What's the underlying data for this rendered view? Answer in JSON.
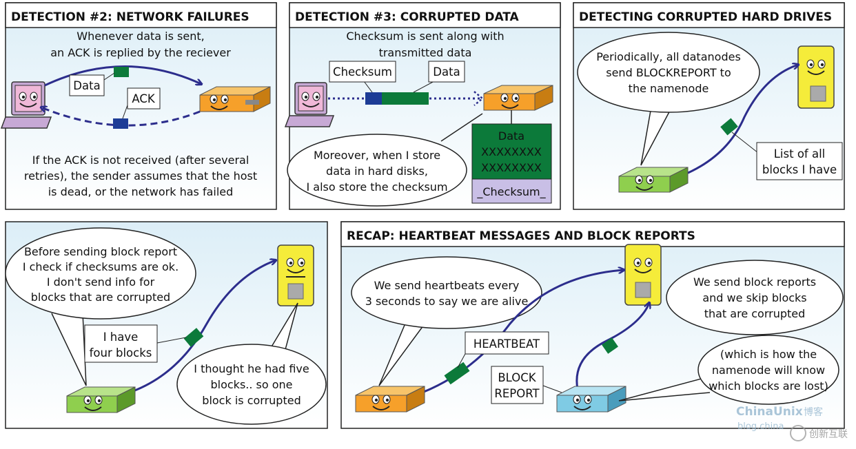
{
  "panels": {
    "p1": {
      "title": "DETECTION #2: NETWORK FAILURES",
      "intro": [
        "Whenever data is sent,",
        "an ACK is replied by the reciever"
      ],
      "label_data": "Data",
      "label_ack": "ACK",
      "footer": [
        "If the ACK is not received (after several",
        "retries), the sender assumes that the host",
        "is dead, or the network has failed"
      ]
    },
    "p2": {
      "title": "DETECTION #3: CORRUPTED DATA",
      "intro": [
        "Checksum is sent along with",
        "transmitted data"
      ],
      "label_checksum": "Checksum",
      "label_data": "Data",
      "bubble": [
        "Moreover, when I store",
        "data in hard disks,",
        "I also store the checksum"
      ],
      "disk": {
        "title": "Data",
        "rows": [
          "XXXXXXXX",
          "XXXXXXXX"
        ],
        "checksum": "_Checksum_"
      }
    },
    "p3": {
      "title": "DETECTING CORRUPTED HARD DRIVES",
      "bubble": [
        "Periodically, all datanodes",
        "send BLOCKREPORT to",
        "the namenode"
      ],
      "label": [
        "List of all",
        "blocks I have"
      ]
    },
    "p4": {
      "bubble": [
        "Before sending block report",
        "I check if checksums are ok.",
        "I don't send info for",
        "blocks that are corrupted"
      ],
      "label": [
        "I have",
        "four blocks"
      ],
      "bubble2": [
        "I thought he had five",
        "blocks.. so one",
        "block is corrupted"
      ]
    },
    "p5": {
      "title": "RECAP: HEARTBEAT MESSAGES AND BLOCK REPORTS",
      "bubble_left": [
        "We send heartbeats every",
        "3 seconds to say we are alive"
      ],
      "bubble_right": [
        "We send block reports",
        "and we skip blocks",
        "that are corrupted"
      ],
      "bubble_right2": [
        "(which is how the",
        "namenode will know",
        "which blocks are lost)"
      ],
      "label_heartbeat": "HEARTBEAT",
      "label_report": [
        "BLOCK",
        "REPORT"
      ]
    }
  },
  "watermark": {
    "brand": "ChinaUnix",
    "brand_cn": "博客",
    "url": "blog.china",
    "logo_text": "创新互联"
  },
  "colors": {
    "panel_bg": "#eef6fa",
    "arrow": "#2c2d8c",
    "packet_green": "#0c7a3a",
    "packet_blue": "#1d3c96",
    "node_orange": "#f6a02a",
    "node_green": "#8fcf4e",
    "node_blue": "#7fcbe4",
    "server_yellow": "#f5ec3a",
    "laptop_pink": "#f0b8d8"
  }
}
